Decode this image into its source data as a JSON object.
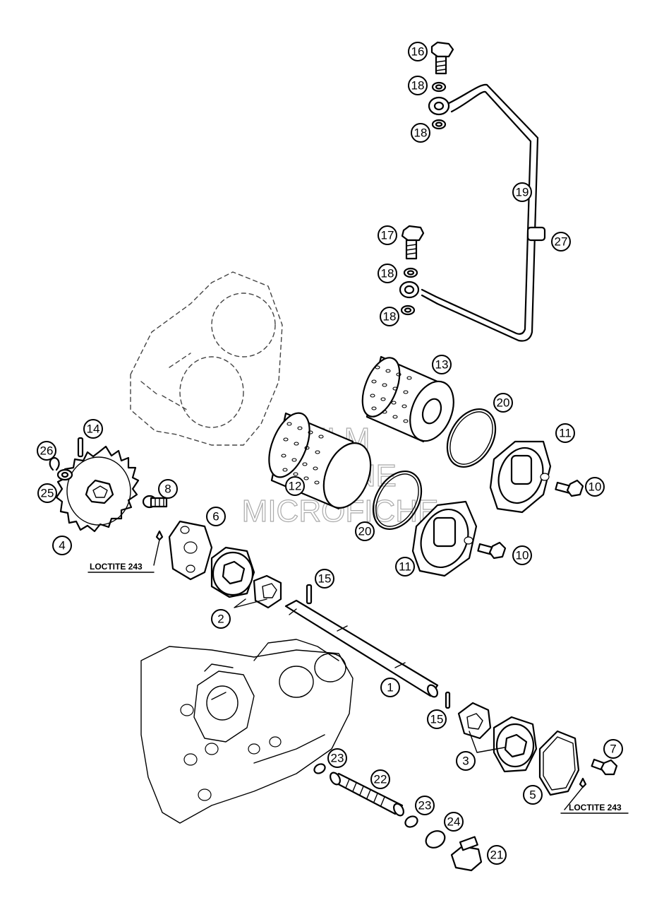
{
  "watermark": [
    "HLM",
    "ONLINE",
    "MICROFICHE"
  ],
  "notes": {
    "loctite_left": "LOCTITE 243",
    "loctite_right": "LOCTITE 243"
  },
  "callouts": [
    {
      "id": "c16",
      "label": "16"
    },
    {
      "id": "c18a",
      "label": "18"
    },
    {
      "id": "c18b",
      "label": "18"
    },
    {
      "id": "c19",
      "label": "19"
    },
    {
      "id": "c27",
      "label": "27"
    },
    {
      "id": "c17",
      "label": "17"
    },
    {
      "id": "c18c",
      "label": "18"
    },
    {
      "id": "c18d",
      "label": "18"
    },
    {
      "id": "c13",
      "label": "13"
    },
    {
      "id": "c20a",
      "label": "20"
    },
    {
      "id": "c11a",
      "label": "11"
    },
    {
      "id": "c10a",
      "label": "10"
    },
    {
      "id": "c12",
      "label": "12"
    },
    {
      "id": "c20b",
      "label": "20"
    },
    {
      "id": "c11b",
      "label": "11"
    },
    {
      "id": "c10b",
      "label": "10"
    },
    {
      "id": "c14",
      "label": "14"
    },
    {
      "id": "c26",
      "label": "26"
    },
    {
      "id": "c25",
      "label": "25"
    },
    {
      "id": "c4",
      "label": "4"
    },
    {
      "id": "c8",
      "label": "8"
    },
    {
      "id": "c6",
      "label": "6"
    },
    {
      "id": "c15a",
      "label": "15"
    },
    {
      "id": "c2",
      "label": "2"
    },
    {
      "id": "c1",
      "label": "1"
    },
    {
      "id": "c15b",
      "label": "15"
    },
    {
      "id": "c3",
      "label": "3"
    },
    {
      "id": "c7",
      "label": "7"
    },
    {
      "id": "c5",
      "label": "5"
    },
    {
      "id": "c23a",
      "label": "23"
    },
    {
      "id": "c22",
      "label": "22"
    },
    {
      "id": "c23b",
      "label": "23"
    },
    {
      "id": "c24",
      "label": "24"
    },
    {
      "id": "c21",
      "label": "21"
    }
  ]
}
